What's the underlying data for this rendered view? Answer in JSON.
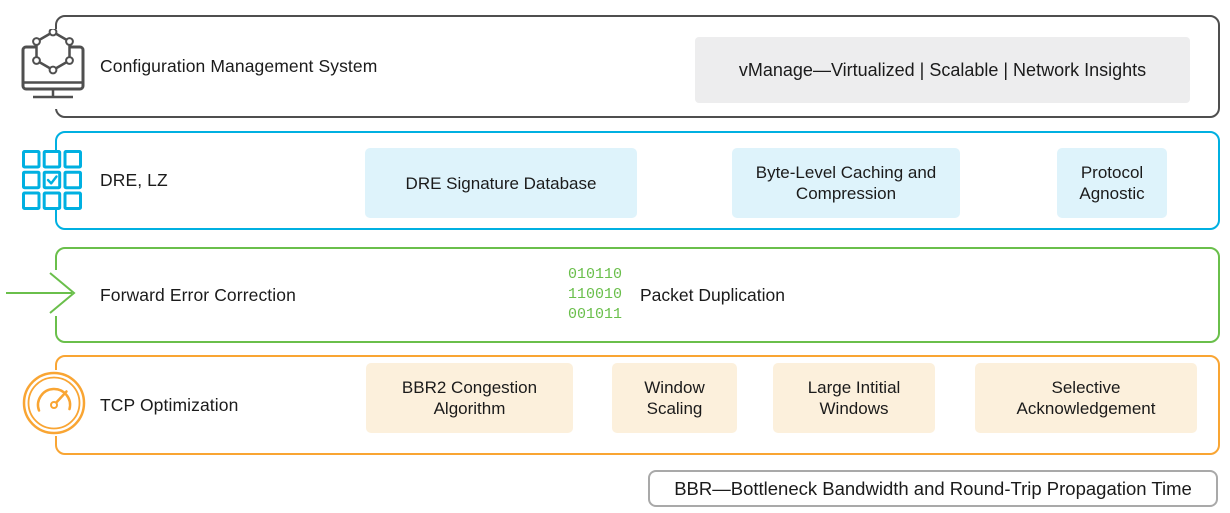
{
  "rows": [
    {
      "label": "Configuration Management System",
      "icon": "monitor-network-icon",
      "border_color": "#4f4f4f",
      "badge": "vManage—Virtualized | Scalable | Network Insights",
      "badge_bg": "#ededee"
    },
    {
      "label": "DRE, LZ",
      "icon": "grid-check-icon",
      "border_color": "#00b0e1",
      "chip_bg": "#def3fb",
      "chips": [
        "DRE Signature Database",
        "Byte-Level Caching and Compression",
        "Protocol Agnostic"
      ]
    },
    {
      "label": "Forward Error Correction",
      "icon": "arrow-right-icon",
      "border_color": "#6abf4b",
      "binary_lines": [
        "010110",
        "110010",
        "001011"
      ],
      "annotation": "Packet Duplication"
    },
    {
      "label": "TCP Optimization",
      "icon": "gauge-icon",
      "border_color": "#f9a533",
      "chip_bg": "#fcf0dc",
      "chips": [
        "BBR2 Congestion Algorithm",
        "Window Scaling",
        "Large Intitial Windows",
        "Selective Acknowledgement"
      ]
    }
  ],
  "footnote": "BBR—Bottleneck Bandwidth and Round-Trip Propagation Time"
}
